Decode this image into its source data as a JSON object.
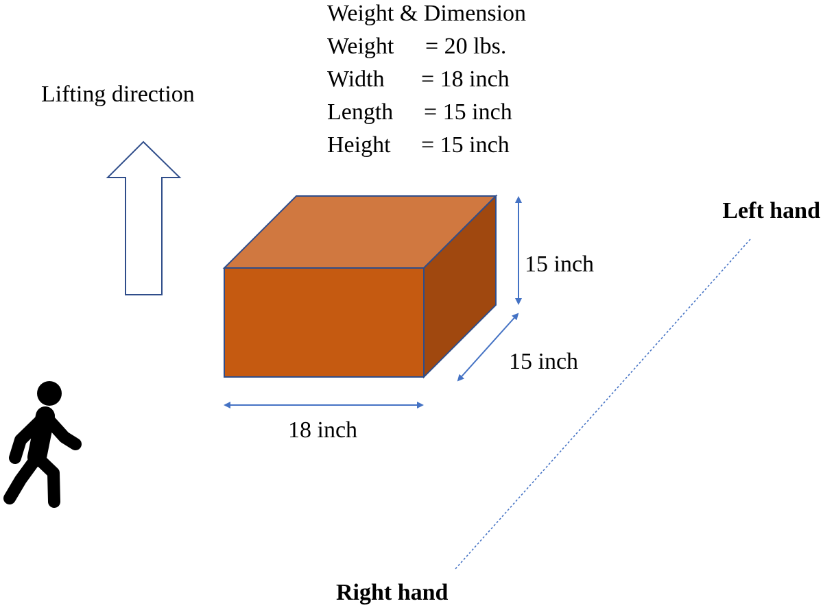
{
  "specs": {
    "heading": "Weight & Dimension",
    "rows": [
      {
        "label": "Weight",
        "value": "= 20 lbs."
      },
      {
        "label": "Width",
        "value": "= 18 inch"
      },
      {
        "label": "Length",
        "value": "= 15 inch"
      },
      {
        "label": "Height",
        "value": "= 15 inch"
      }
    ]
  },
  "lifting": {
    "label": "Lifting direction"
  },
  "box": {
    "height_label": "15 inch",
    "depth_label": "15 inch",
    "width_label": "18 inch",
    "colors": {
      "front": "#c55a11",
      "top": "#d07840",
      "side": "#a0480f",
      "outline": "#2f4d8a"
    }
  },
  "hands": {
    "left": "Left hand",
    "right": "Right hand",
    "line_color": "#4472c4"
  },
  "colors": {
    "arrow": "#4472c4",
    "outline_arrow": "#2f4d8a",
    "person": "#000000"
  }
}
